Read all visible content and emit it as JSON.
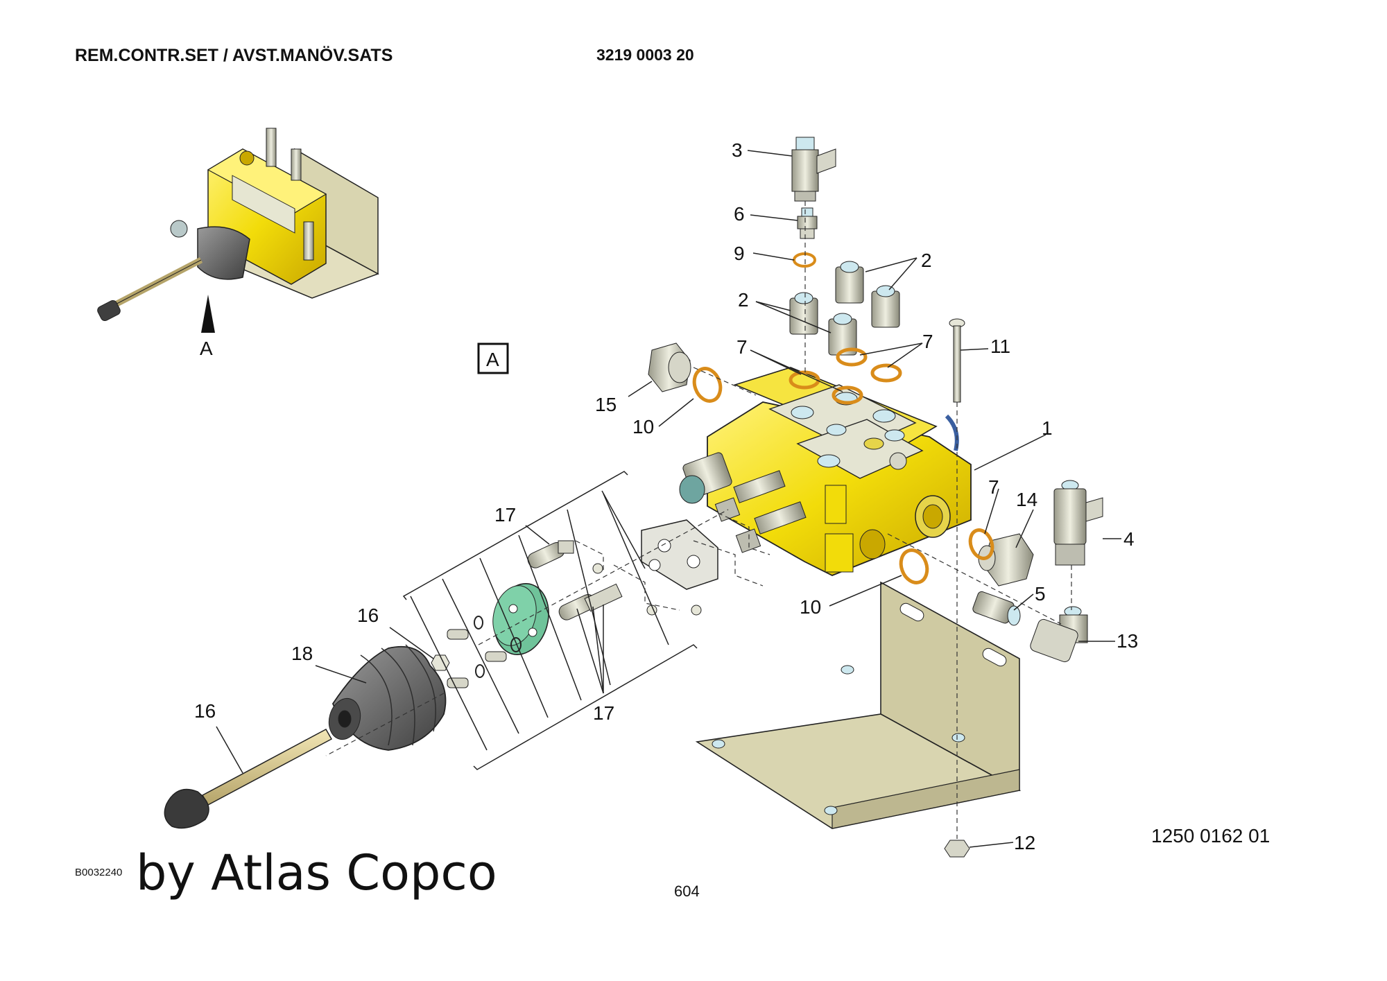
{
  "header": {
    "title": "REM.CONTR.SET / AVST.MANÖV.SATS",
    "part_number": "3219 0003 20"
  },
  "drawing_number": "1250 0162 01",
  "reference_code": "B0032240",
  "watermark": "by Atlas Copco",
  "page_number": "604",
  "view_callout": "A",
  "view_marker": "A",
  "callouts": [
    "1",
    "2",
    "2",
    "3",
    "4",
    "5",
    "6",
    "7",
    "7",
    "7",
    "9",
    "10",
    "10",
    "11",
    "12",
    "13",
    "14",
    "15",
    "16",
    "16",
    "17",
    "17",
    "18"
  ],
  "colors": {
    "valve_body": "#f2dc0a",
    "bracket": "#d9d5b0",
    "flange_plate": "#6fc39a",
    "seal_ring": "#d98c1a",
    "rubber_boot": "#6b6b6b",
    "fitting": "#cfcfc0"
  }
}
